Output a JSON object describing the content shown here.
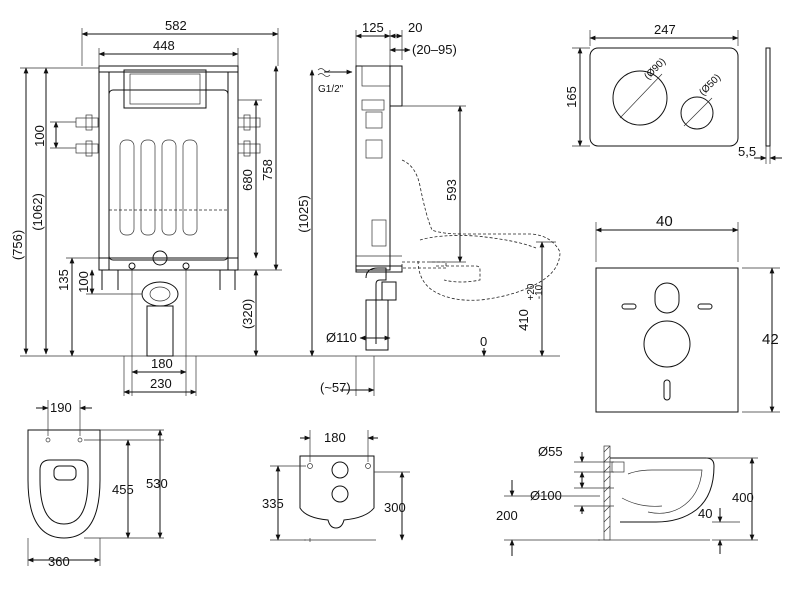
{
  "frame_front": {
    "width_outer": "582",
    "width_inner": "448",
    "height_total": "(1062)",
    "height_lower": "(756)",
    "h_680": "680",
    "h_758": "758",
    "h_100": "100",
    "h_135": "135",
    "h_100b": "100",
    "h_320": "(320)",
    "w_180": "180",
    "w_230": "230"
  },
  "frame_side": {
    "d_125": "125",
    "d_20": "20",
    "d_20_95": "(20–95)",
    "inlet": "G1/2\"",
    "h_1025": "(1025)",
    "h_593": "593",
    "h_410": "410",
    "tol_plus": "+20",
    "tol_minus": "-10",
    "dia_110": "Ø110",
    "d_57": "(~57)",
    "zero": "0"
  },
  "flush_plate": {
    "width": "247",
    "height": "165",
    "dia_90": "(Ø90)",
    "dia_50": "(Ø50)",
    "thickness": "5,5"
  },
  "panel": {
    "width": "40",
    "height": "42"
  },
  "bowl_top": {
    "w_190": "190",
    "w_360": "360",
    "h_455": "455",
    "h_530": "530"
  },
  "bowl_rear": {
    "w_180": "180",
    "h_335": "335",
    "h_300": "300"
  },
  "bowl_side": {
    "dia_55": "Ø55",
    "dia_100": "Ø100",
    "h_200": "200",
    "h_400": "400",
    "d_40": "40"
  }
}
